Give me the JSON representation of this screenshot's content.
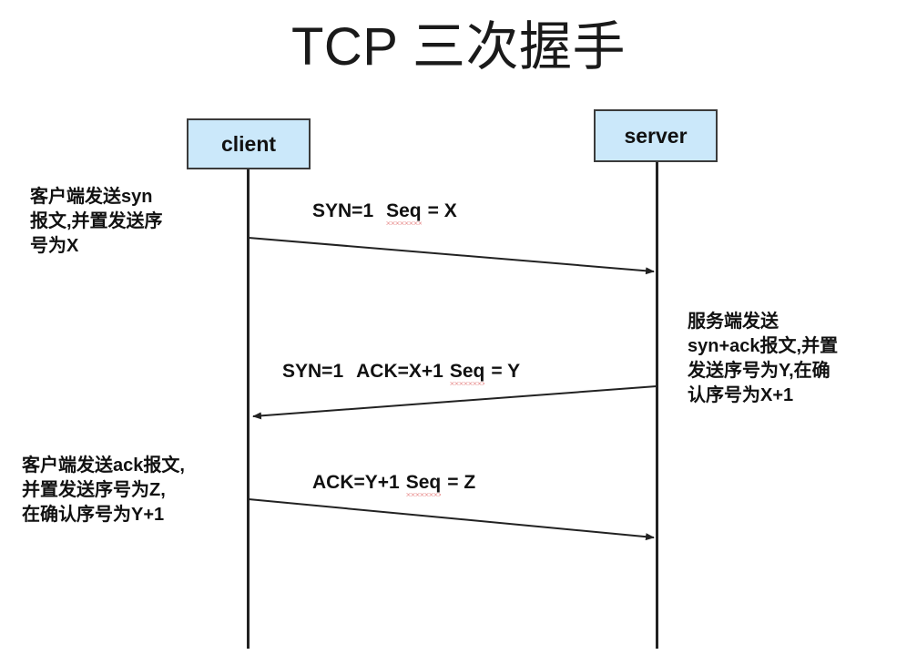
{
  "title": "TCP 三次握手",
  "colors": {
    "node_fill": "#cbe8fa",
    "node_border": "#3b3b3b",
    "line": "#222222",
    "spellcheck_underline": "#d94a4a",
    "background": "#ffffff",
    "text": "#111111"
  },
  "nodes": [
    {
      "id": "client",
      "label": "client"
    },
    {
      "id": "server",
      "label": "server"
    }
  ],
  "messages": [
    {
      "id": "msg-1",
      "direction": "client-to-server",
      "label_parts": {
        "flag": "SYN=1",
        "seq_key": "Seq",
        "seq_eq": "= X"
      },
      "label_full": "SYN=1  Seq = X"
    },
    {
      "id": "msg-2",
      "direction": "server-to-client",
      "label_parts": {
        "flag": "SYN=1",
        "ack": "ACK=X+1",
        "seq_key": "Seq",
        "seq_eq": "= Y"
      },
      "label_full": "SYN=1  ACK=X+1 Seq = Y"
    },
    {
      "id": "msg-3",
      "direction": "client-to-server",
      "label_parts": {
        "ack": "ACK=Y+1",
        "seq_key": "Seq",
        "seq_eq": "= Z"
      },
      "label_full": "ACK=Y+1 Seq = Z"
    }
  ],
  "annotations": {
    "client_syn": {
      "lines": [
        "客户端发送syn",
        "报文,并置发送序",
        "号为X"
      ],
      "misspelled_token": "syn"
    },
    "server_synack": {
      "lines": [
        "服务端发送",
        "syn+ack报文,并置",
        "发送序号为Y,在确",
        "认序号为X+1"
      ],
      "misspelled_token": "syn+ack"
    },
    "client_ack": {
      "lines": [
        "客户端发送ack报文,",
        "并置发送序号为Z,",
        "在确认序号为Y+1"
      ],
      "misspelled_token": "ack"
    }
  }
}
